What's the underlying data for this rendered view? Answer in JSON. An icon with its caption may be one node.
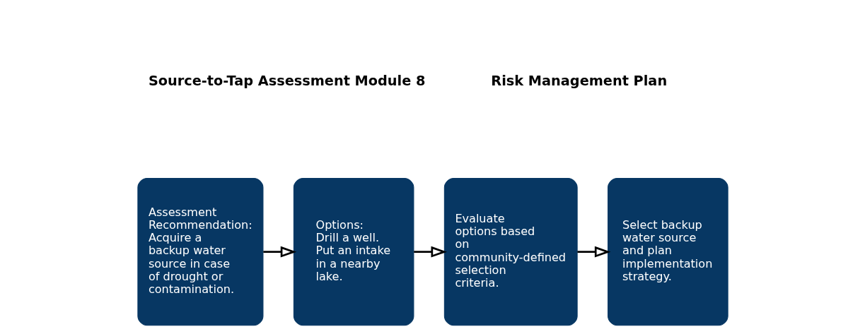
{
  "diagram": {
    "nodes": [
      {
        "text": [
          "Assessment Recommendation:",
          "Acquire a backup water source in case of drought or contamination."
        ]
      },
      {
        "text": [
          "Options:",
          "Drill a well.",
          "Put an intake in a nearby lake."
        ]
      },
      {
        "text": [
          "Evaluate options based on community-defined selection criteria."
        ]
      },
      {
        "text": [
          "Select backup water source and plan implementation strategy."
        ]
      }
    ],
    "edges": [
      {
        "from": 0,
        "to": 1,
        "arrow": "to"
      },
      {
        "from": 1,
        "to": 2,
        "arrow": "to"
      },
      {
        "from": 2,
        "to": 3,
        "arrow": "to"
      }
    ],
    "labels": [
      "Source-to-Tap Assessment Module 8",
      "Risk Management Plan"
    ]
  }
}
